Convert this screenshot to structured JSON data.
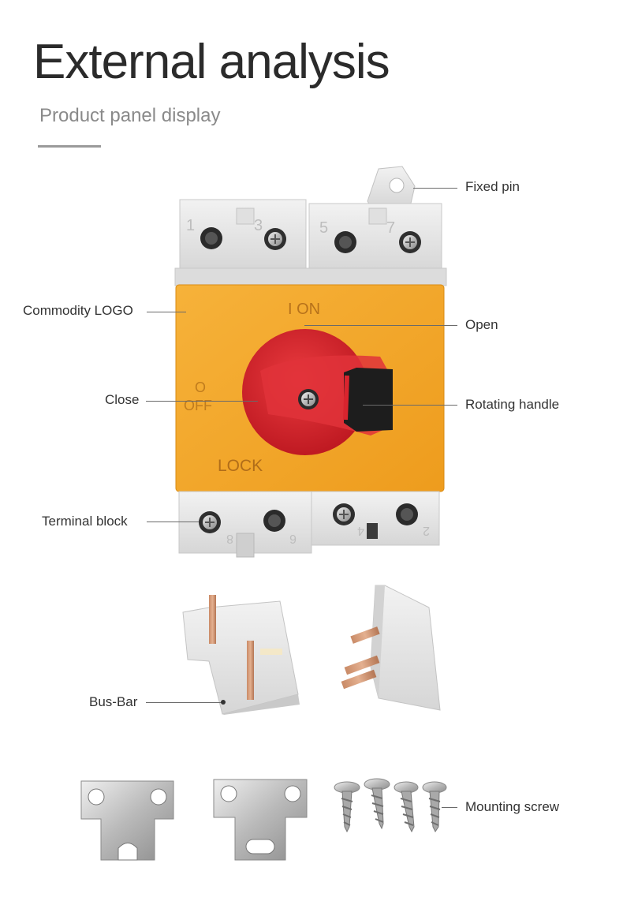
{
  "header": {
    "title": "External analysis",
    "subtitle": "Product panel display"
  },
  "callouts": {
    "fixed_pin": "Fixed pin",
    "commodity_logo": "Commodity LOGO",
    "open": "Open",
    "close": "Close",
    "rotating_handle": "Rotating handle",
    "terminal_block": "Terminal block",
    "bus_bar": "Bus-Bar",
    "mounting_screw": "Mounting screw"
  },
  "switch_face": {
    "on_marker": "I ON",
    "off_marker": "O",
    "off_text": "OFF",
    "lock_text": "LOCK",
    "top_terminals": [
      "1",
      "3",
      "5",
      "7"
    ],
    "bottom_terminals": [
      "8",
      "6",
      "4",
      "2"
    ]
  },
  "colors": {
    "housing_orange": "#f2a62a",
    "handle_red": "#d9242e",
    "housing_grey": "#e6e6e6",
    "grip_black": "#1d1d1d"
  }
}
